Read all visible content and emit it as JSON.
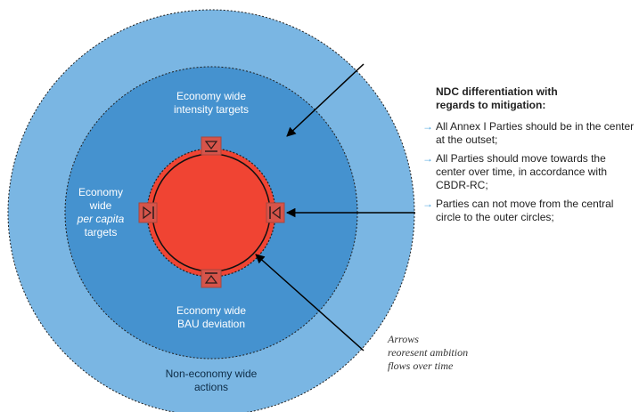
{
  "rings": {
    "outer": {
      "label": "Non-economy wide actions",
      "color": "#7ab6e3"
    },
    "middle": {
      "label_top": "Economy wide intensity targets",
      "color": "#4592cf"
    },
    "inner": {
      "color": "#f04433"
    }
  },
  "labels": {
    "top_line1": "Economy wide",
    "top_line2": "intensity targets",
    "left_line1": "Economy",
    "left_line2": "wide",
    "left_line3": "per capita",
    "left_line4": "targets",
    "bottom_line1": "Economy wide",
    "bottom_line2": "BAU deviation",
    "outer_line1": "Non-economy wide",
    "outer_line2": "actions"
  },
  "panel": {
    "title_line1": "NDC differentiation with",
    "title_line2": "regards to mitigation:",
    "bullets": [
      {
        "arrow": "→",
        "text": "All Annex I Parties should be in the center at the outset;"
      },
      {
        "arrow": "→",
        "text": "All Parties should move towards the center over time, in accordance with CBDR-RC;"
      },
      {
        "arrow": "→",
        "text": "Parties can not move from the central circle to the outer circles;"
      }
    ]
  },
  "note": {
    "line1": "Arrows",
    "line2": "reoresent ambition",
    "line3": "flows over time"
  }
}
